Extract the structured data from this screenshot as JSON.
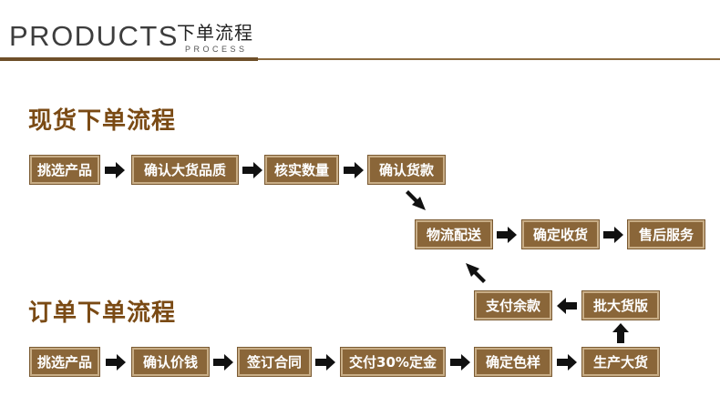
{
  "header": {
    "title_en": "PRODUCTS",
    "title_cn": "下单流程",
    "subtitle": "PROCESS"
  },
  "spot": {
    "title": "现货下单流程",
    "steps": [
      "挑选产品",
      "确认大货品质",
      "核实数量",
      "确认货款",
      "物流配送",
      "确定收货",
      "售后服务"
    ]
  },
  "order": {
    "title": "订单下单流程",
    "steps": [
      "挑选产品",
      "确认价钱",
      "签订合同",
      "交付30%定金",
      "确定色样",
      "生产大货",
      "批大货版",
      "支付余款"
    ]
  },
  "colors": {
    "box_fill": "#8a6639",
    "box_border": "#c8ad86",
    "title": "#7a4a14",
    "arrow": "#111111"
  }
}
